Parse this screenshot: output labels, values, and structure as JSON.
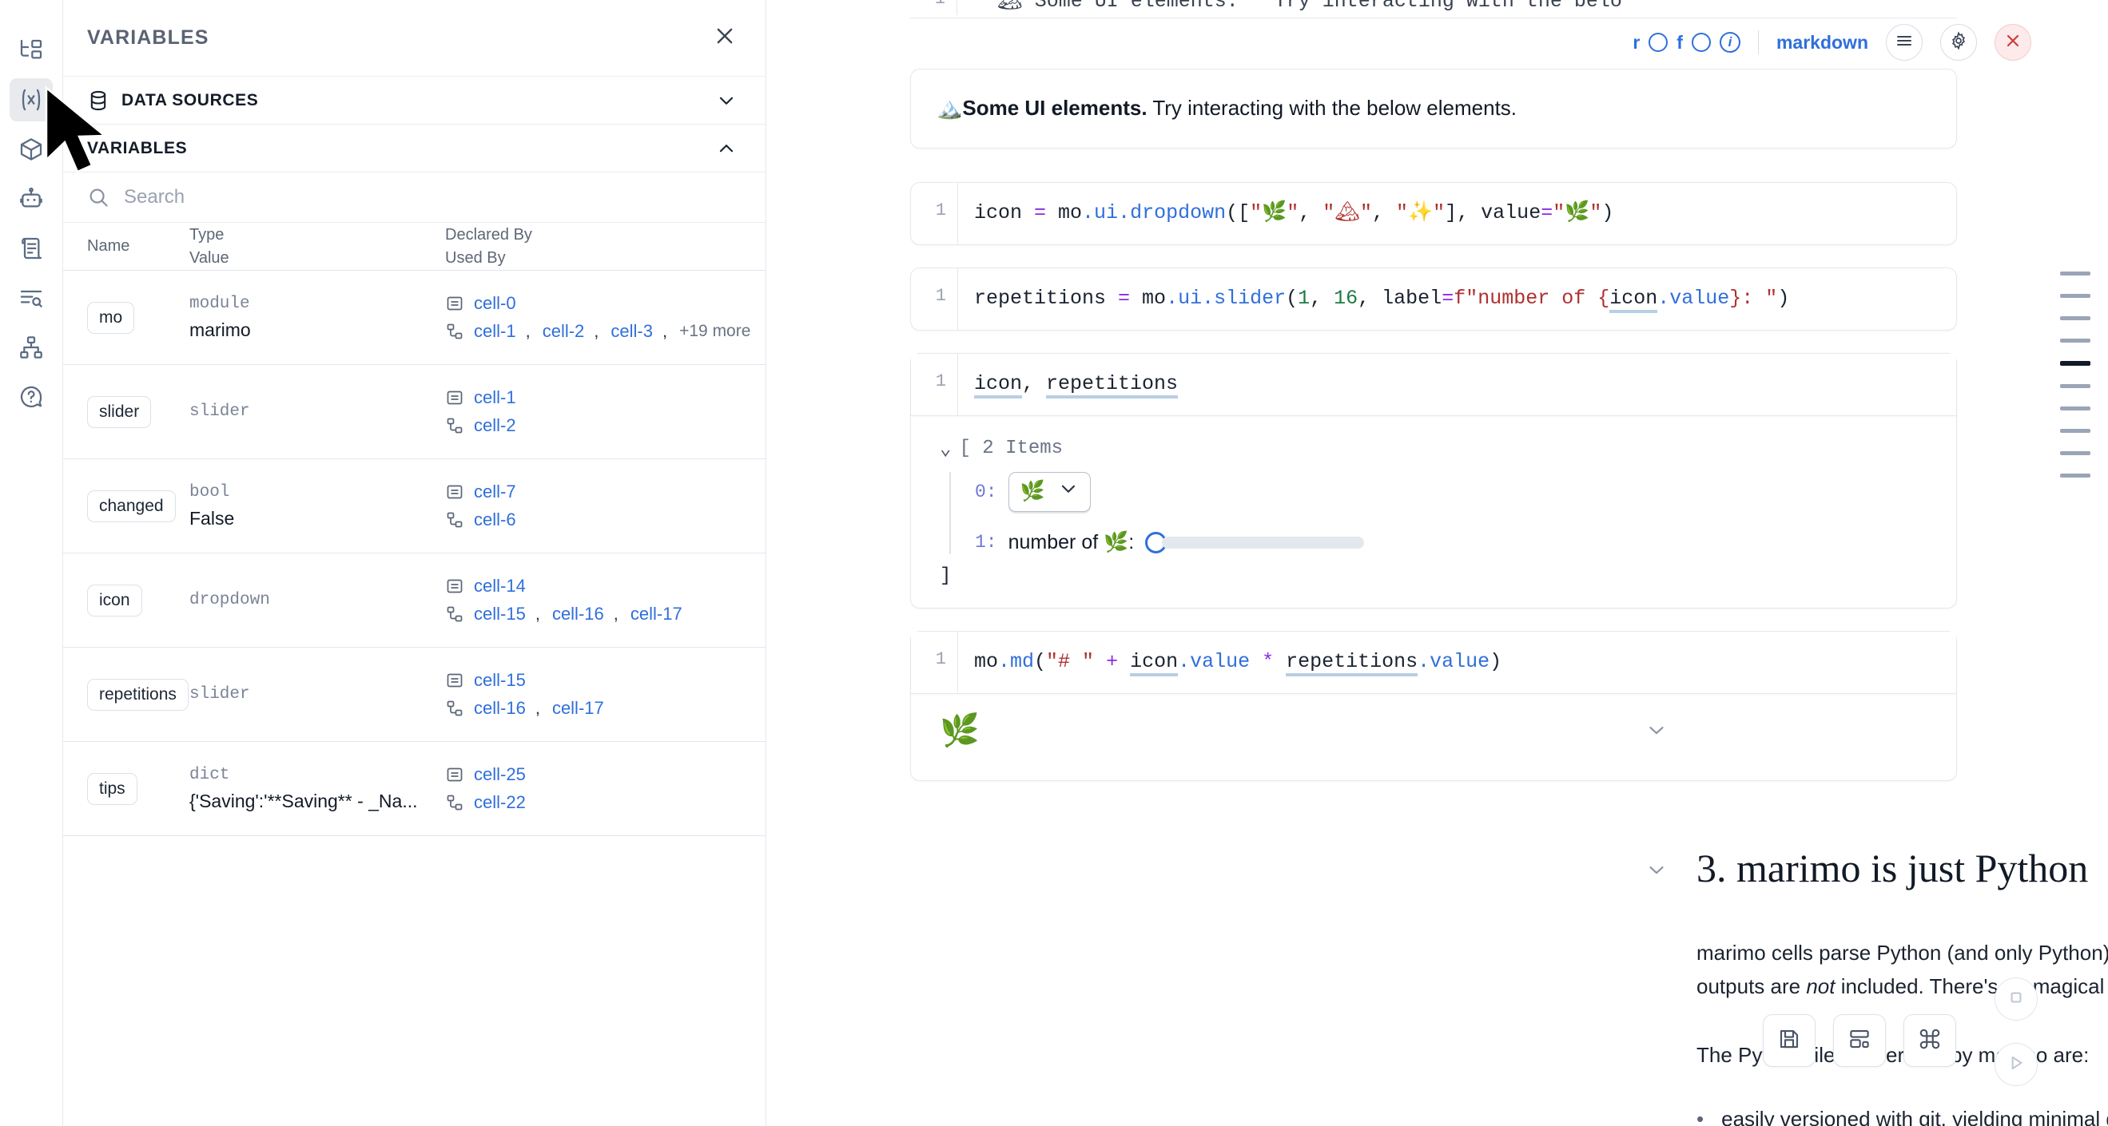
{
  "rail": {
    "items": [
      {
        "name": "file-tree-icon",
        "title": "File explorer"
      },
      {
        "name": "variables-icon",
        "title": "Variables",
        "active": true
      },
      {
        "name": "package-cube-icon",
        "title": "Packages"
      },
      {
        "name": "robot-icon",
        "title": "AI assistant"
      },
      {
        "name": "scroll-logs-icon",
        "title": "Logs"
      },
      {
        "name": "outline-search-icon",
        "title": "Outline"
      },
      {
        "name": "dependency-graph-icon",
        "title": "Dependency graph"
      },
      {
        "name": "help-icon",
        "title": "Help"
      }
    ]
  },
  "panel": {
    "title": "VARIABLES",
    "close_label": "✕",
    "sections": [
      {
        "label": "DATA SOURCES",
        "icon": "database-icon",
        "expanded": false,
        "chevron": "⌄"
      },
      {
        "label": "VARIABLES",
        "icon": "",
        "expanded": true,
        "chevron": "⌃"
      }
    ],
    "search": {
      "placeholder": "Search",
      "value": ""
    },
    "table": {
      "headers": {
        "name": "Name",
        "type": "Type",
        "value": "Value",
        "declared_by": "Declared By",
        "used_by": "Used By"
      },
      "rows": [
        {
          "name": "mo",
          "type": "module",
          "value": "marimo",
          "declared_by": [
            "cell-0"
          ],
          "used_by": [
            "cell-1",
            "cell-2",
            "cell-3"
          ],
          "used_by_more": "+19 more"
        },
        {
          "name": "slider",
          "type": "slider",
          "value": "",
          "declared_by": [
            "cell-1"
          ],
          "used_by": [
            "cell-2"
          ],
          "used_by_more": ""
        },
        {
          "name": "changed",
          "type": "bool",
          "value": "False",
          "declared_by": [
            "cell-7"
          ],
          "used_by": [
            "cell-6"
          ],
          "used_by_more": ""
        },
        {
          "name": "icon",
          "type": "dropdown",
          "value": "",
          "declared_by": [
            "cell-14"
          ],
          "used_by": [
            "cell-15",
            "cell-16",
            "cell-17"
          ],
          "used_by_more": ""
        },
        {
          "name": "repetitions",
          "type": "slider",
          "value": "",
          "declared_by": [
            "cell-15"
          ],
          "used_by": [
            "cell-16",
            "cell-17"
          ],
          "used_by_more": ""
        },
        {
          "name": "tips",
          "type": "dict",
          "value": "{'Saving':'**Saving** - _Na...",
          "declared_by": [
            "cell-25"
          ],
          "used_by": [
            "cell-22"
          ],
          "used_by_more": ""
        }
      ]
    }
  },
  "notebook": {
    "clipped_top_line": {
      "line_number": "1",
      "text": "\"\"🏔 Some UI elements.** Try interacting with the belo"
    },
    "cell_toolbar": {
      "flag_r": "r",
      "flag_f": "f",
      "info_label": "i",
      "language": "markdown",
      "menu_icon": "hamburger-icon",
      "settings_icon": "gear-icon",
      "close_icon": "close-icon"
    },
    "markdown_cell": {
      "emoji": "🏔️",
      "bold": "Some UI elements.",
      "rest": " Try interacting with the below elements."
    },
    "cells": [
      {
        "line_number": "1",
        "tokens": [
          {
            "t": "icon ",
            "c": "tok-pun"
          },
          {
            "t": "=",
            "c": "tok-op"
          },
          {
            "t": " mo",
            "c": "tok-pun"
          },
          {
            "t": ".ui",
            "c": "tok-attr"
          },
          {
            "t": ".dropdown",
            "c": "tok-fn"
          },
          {
            "t": "([",
            "c": "tok-pun"
          },
          {
            "t": "\"🌿\"",
            "c": "tok-str"
          },
          {
            "t": ", ",
            "c": "tok-pun"
          },
          {
            "t": "\"🏔\"",
            "c": "tok-str"
          },
          {
            "t": ", ",
            "c": "tok-pun"
          },
          {
            "t": "\"✨\"",
            "c": "tok-str"
          },
          {
            "t": "], value",
            "c": "tok-pun"
          },
          {
            "t": "=",
            "c": "tok-op"
          },
          {
            "t": "\"🌿\"",
            "c": "tok-str"
          },
          {
            "t": ")",
            "c": "tok-pun"
          }
        ]
      },
      {
        "line_number": "1",
        "tokens": [
          {
            "t": "repetitions ",
            "c": "tok-pun"
          },
          {
            "t": "=",
            "c": "tok-op"
          },
          {
            "t": " mo",
            "c": "tok-pun"
          },
          {
            "t": ".ui",
            "c": "tok-attr"
          },
          {
            "t": ".slider",
            "c": "tok-fn"
          },
          {
            "t": "(",
            "c": "tok-pun"
          },
          {
            "t": "1",
            "c": "tok-num"
          },
          {
            "t": ", ",
            "c": "tok-pun"
          },
          {
            "t": "16",
            "c": "tok-num"
          },
          {
            "t": ", label",
            "c": "tok-pun"
          },
          {
            "t": "=",
            "c": "tok-op"
          },
          {
            "t": "f\"number of {",
            "c": "tok-str"
          },
          {
            "t": "icon",
            "c": "tok-var"
          },
          {
            "t": ".value",
            "c": "tok-attr"
          },
          {
            "t": "}: \"",
            "c": "tok-str"
          },
          {
            "t": ")",
            "c": "tok-pun"
          }
        ]
      }
    ],
    "output_cell": {
      "line_number": "1",
      "tokens": [
        {
          "t": "icon",
          "c": "tok-var"
        },
        {
          "t": ", ",
          "c": "tok-pun"
        },
        {
          "t": "repetitions",
          "c": "tok-var"
        }
      ],
      "tree_header": "[ 2 Items",
      "tree_chevron": "⌄",
      "tree_close": "]",
      "items": [
        {
          "index": "0:",
          "widget": "dropdown",
          "value": "🌿",
          "chevron": "⌄"
        },
        {
          "index": "1:",
          "widget": "slider",
          "label": "number of 🌿:",
          "slider_value": 1,
          "slider_min": 1,
          "slider_max": 16
        }
      ]
    },
    "md_output_cell": {
      "line_number": "1",
      "tokens": [
        {
          "t": "mo",
          "c": "tok-pun"
        },
        {
          "t": ".md",
          "c": "tok-fn"
        },
        {
          "t": "(",
          "c": "tok-pun"
        },
        {
          "t": "\"# \"",
          "c": "tok-str"
        },
        {
          "t": " + ",
          "c": "tok-op"
        },
        {
          "t": "icon",
          "c": "tok-var"
        },
        {
          "t": ".value",
          "c": "tok-attr"
        },
        {
          "t": " * ",
          "c": "tok-op"
        },
        {
          "t": "repetitions",
          "c": "tok-var"
        },
        {
          "t": ".value",
          "c": "tok-attr"
        },
        {
          "t": ")",
          "c": "tok-pun"
        }
      ],
      "output_emoji": "🌿",
      "collapse_chevron": "⌄"
    },
    "section3": {
      "chevron": "⌄",
      "heading": "3. marimo is just Python",
      "paragraph1_a": "marimo cells parse Python (and only Python), and marimo notebooks are stored as pure Python files — outputs are ",
      "paragraph1_em": "not",
      "paragraph1_b": " included. There's no magical syntax.",
      "paragraph2": "The Python files generated by marimo are:",
      "bullets": [
        {
          "bullet": "•",
          "text": "easily versioned with git, yielding minimal diffs"
        }
      ]
    },
    "minimap": {
      "markers": [
        false,
        false,
        false,
        false,
        true,
        false,
        false,
        false,
        false,
        false
      ]
    },
    "fabs": [
      {
        "name": "save-button",
        "icon": "floppy-disk-icon"
      },
      {
        "name": "layout-button",
        "icon": "layout-icon"
      },
      {
        "name": "command-palette-button",
        "icon": "command-icon"
      }
    ],
    "circle_buttons": [
      {
        "name": "stop-button",
        "icon": "stop-square-icon"
      },
      {
        "name": "run-button",
        "icon": "play-triangle-icon"
      }
    ]
  },
  "colors": {
    "accent_blue": "#2f6fdb",
    "link_blue": "#2f6fdb",
    "text_dark": "#121a26",
    "muted": "#7b8497",
    "border": "#e4e8ee",
    "danger": "#cf3b3b",
    "string_red": "#b03030",
    "operator_purple": "#8a2be2",
    "number_green": "#1d7a43"
  }
}
